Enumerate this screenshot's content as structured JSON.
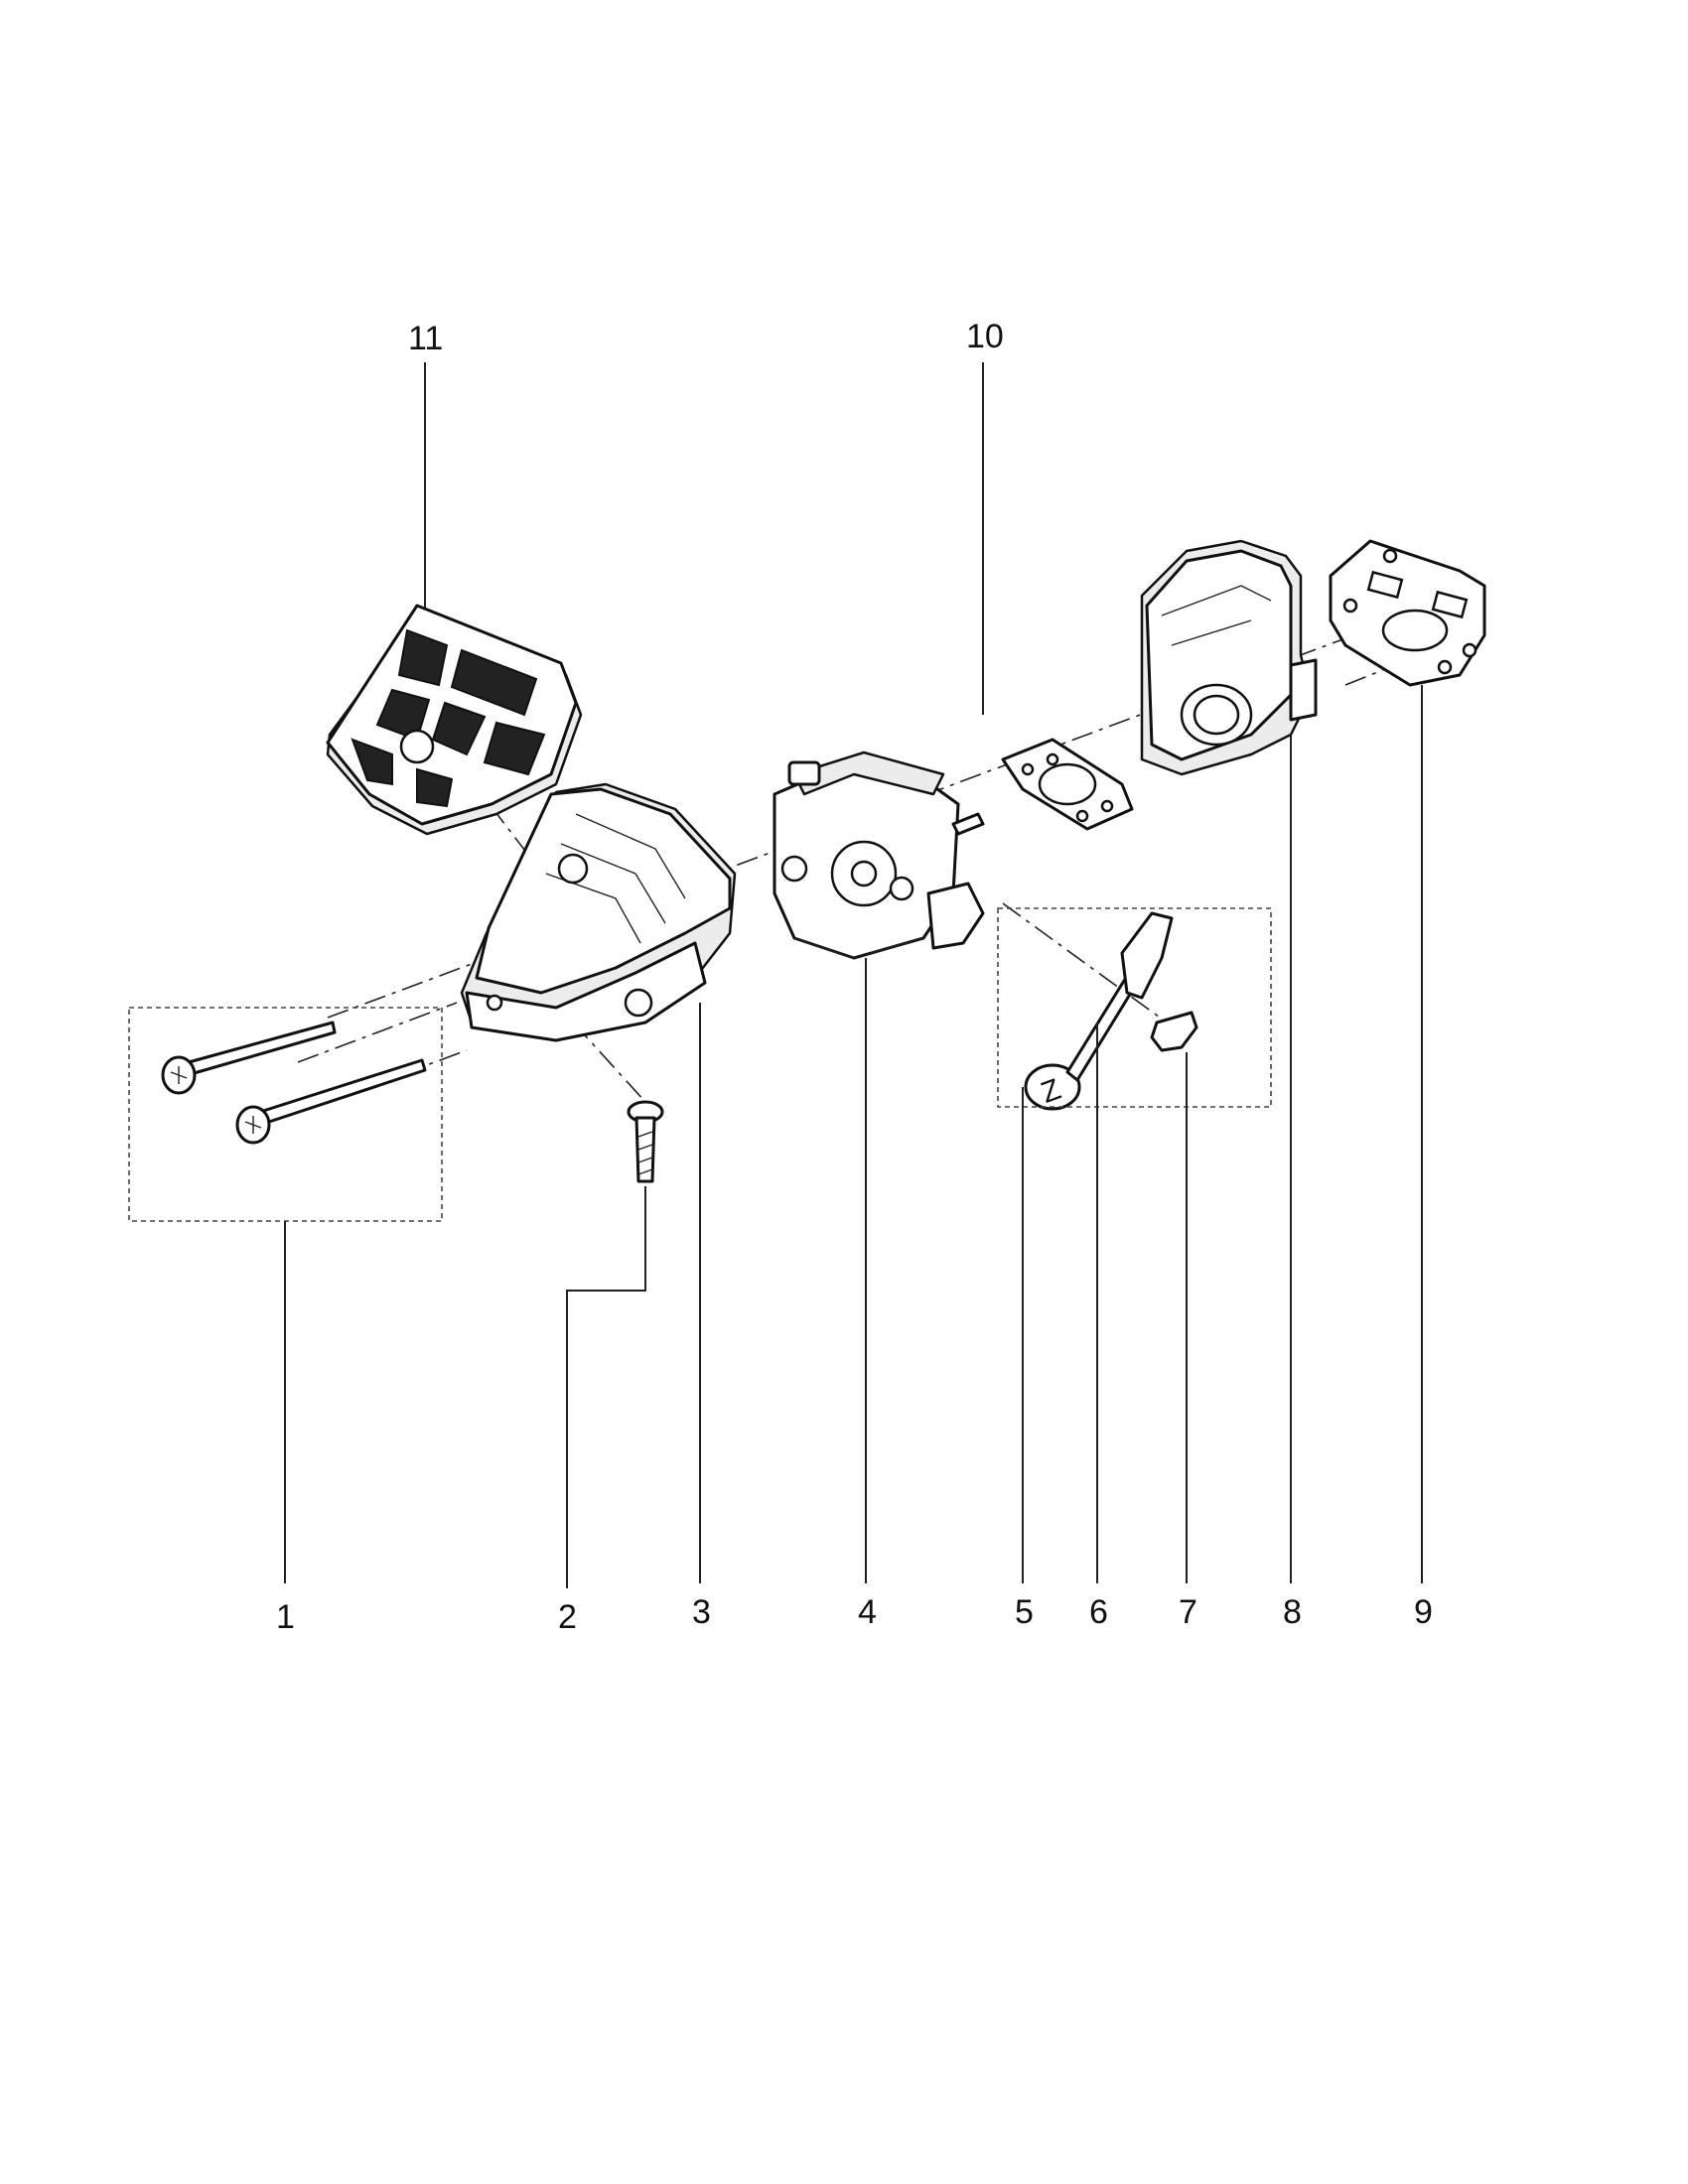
{
  "callouts": {
    "c1": "1",
    "c2": "2",
    "c3": "3",
    "c4": "4",
    "c5": "5",
    "c6": "6",
    "c7": "7",
    "c8": "8",
    "c9": "9",
    "c10": "10",
    "c11": "11"
  },
  "primer_bulb_glyph": "Z"
}
